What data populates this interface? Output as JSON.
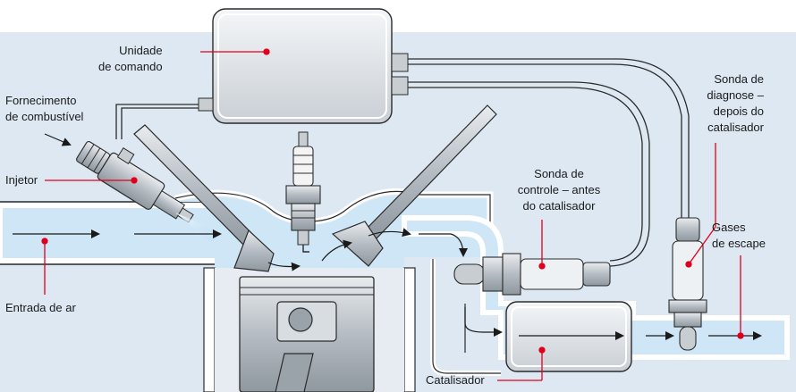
{
  "labels": {
    "control_unit": [
      "Unidade",
      "de comando"
    ],
    "fuel_supply": [
      "Fornecimento",
      "de combustível"
    ],
    "injector": [
      "Injetor"
    ],
    "air_inlet": [
      "Entrada de ar"
    ],
    "control_sensor": [
      "Sonda de",
      "controle – antes",
      "do catalisador"
    ],
    "diagnostic_sensor": [
      "Sonda de",
      "diagnose –",
      "depois do",
      "catalisador"
    ],
    "exhaust_gases": [
      "Gases",
      "de escape"
    ],
    "catalyst": [
      "Catalisador"
    ]
  },
  "colors": {
    "background_tint": "#d9e6f1",
    "duct_fill": "#cfe6f6",
    "pointer": "#e0001b",
    "outline": "#2b2b2b",
    "metal": "#c8cdd2"
  }
}
